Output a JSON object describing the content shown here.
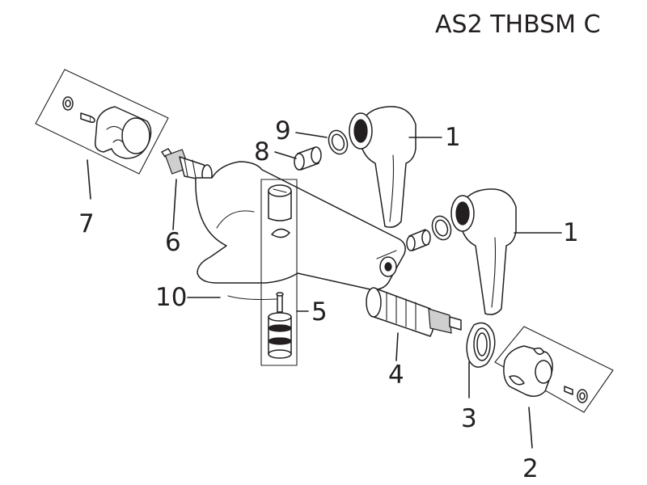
{
  "title": "AS2 THBSM C",
  "callouts": [
    {
      "id": "1a",
      "label": "1"
    },
    {
      "id": "1b",
      "label": "1"
    },
    {
      "id": "2",
      "label": "2"
    },
    {
      "id": "3",
      "label": "3"
    },
    {
      "id": "4",
      "label": "4"
    },
    {
      "id": "5",
      "label": "5"
    },
    {
      "id": "6",
      "label": "6"
    },
    {
      "id": "7",
      "label": "7"
    },
    {
      "id": "8",
      "label": "8"
    },
    {
      "id": "9",
      "label": "9"
    },
    {
      "id": "10",
      "label": "10"
    }
  ]
}
